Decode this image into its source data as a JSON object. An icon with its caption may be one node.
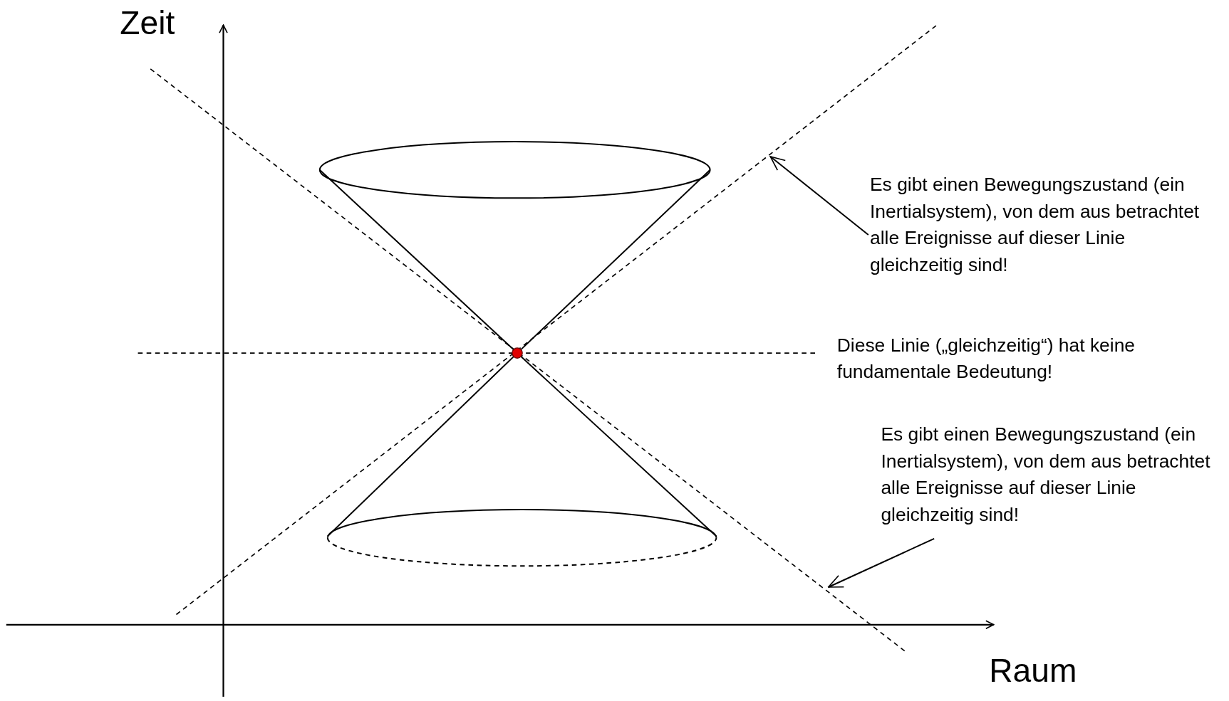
{
  "diagram": {
    "nodes": [
      {
        "text": [
          "Es gibt einen Bewegungszustand (ein Inertialsystem), von dem aus betrachtet alle Ereignisse auf dieser Linie gleichzeitig sind!"
        ]
      },
      {
        "text": [
          "Es gibt einen Bewegungszustand (ein Inertialsystem), von dem aus betrachtet alle Ereignisse auf dieser Linie gleichzeitig sind!"
        ]
      }
    ],
    "edges": [
      {
        "from": 0,
        "to": null,
        "arrow": "to"
      },
      {
        "from": 1,
        "to": null,
        "arrow": "to"
      }
    ],
    "labels": [
      "Zeit",
      "Diese Linie („gleichzeitig“) hat keine fundamentale Bedeutung!",
      "Raum"
    ]
  }
}
